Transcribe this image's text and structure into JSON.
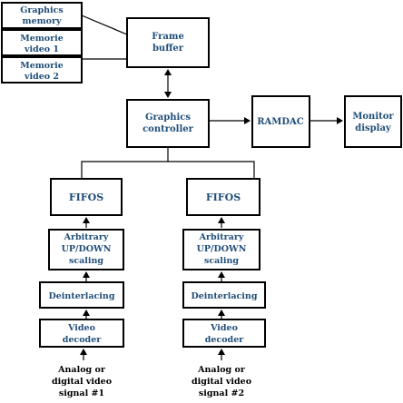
{
  "diagram": {
    "memory_stack": {
      "graphics_memory": [
        "Graphics",
        "memory"
      ],
      "video_memory_1": [
        "Memorie",
        "video 1"
      ],
      "video_memory_2": [
        "Memorie",
        "video 2"
      ]
    },
    "frame_buffer": [
      "Frame",
      "buffer"
    ],
    "graphics_controller": [
      "Graphics",
      "controller"
    ],
    "ramdac": "RAMDAC",
    "monitor_display": [
      "Monitor",
      "display"
    ],
    "pipeline_1": {
      "fifos": "FIFOS",
      "scaling": [
        "Arbitrary",
        "UP/DOWN",
        "scaling"
      ],
      "deinterlacing": "Deinterlacing",
      "video_decoder": [
        "Video",
        "decoder"
      ],
      "input": [
        "Analog or",
        "digital video",
        "signal #1"
      ]
    },
    "pipeline_2": {
      "fifos": "FIFOS",
      "scaling": [
        "Arbitrary",
        "UP/DOWN",
        "scaling"
      ],
      "deinterlacing": "Deinterlacing",
      "video_decoder": [
        "Video",
        "decoder"
      ],
      "input": [
        "Analog or",
        "digital video",
        "signal #2"
      ]
    }
  }
}
